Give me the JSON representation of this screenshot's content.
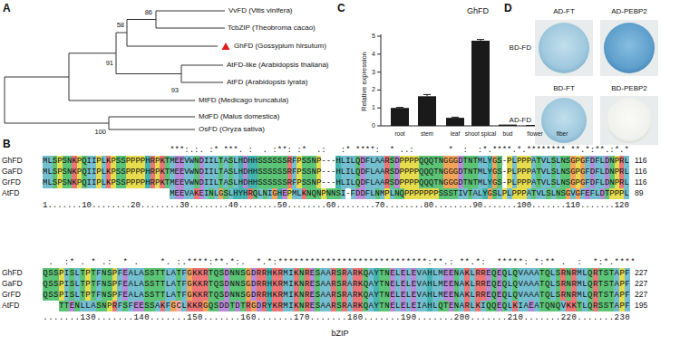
{
  "diagram": {
    "labels": [
      "A",
      "B",
      "C",
      "D",
      "VvFD (Vitis vinifera)",
      "TcbZIP (Theobroma cacao)",
      "GhFD (Gossypium hirsutum)",
      "AtFD-like (Arabidopsis thaliana)",
      "AtFD (Arabidopsis lyrata)",
      "MtFD (Medicago truncatula)",
      "MdFD (Malus domestica)",
      "OsFD (Oryza sativa)",
      "86",
      "58",
      "91",
      "93",
      "100",
      "GhFD",
      "Relative expression",
      "0",
      "1",
      "2",
      "3",
      "4",
      "5",
      "root",
      "stem",
      "leaf",
      "shoot spical",
      "bud",
      "flower",
      "fiber",
      "AD-FT",
      "AD-PEBP2",
      "BD-FD",
      "BD-FT",
      "BD-PEBP2",
      "AD-FD",
      "                          ***:.:. :* ***. :  . :**: :*  .:   :* ****:  * ..:       *  :  :*.****.*.******** **.*:**.:*.*",
      "GhFD",
      "MLSPSNKPQIIPLKPSSPPPPHRPKTMEEVWNDIILTASLHDHHSSSSSSRFPSSNP---HLILQDFLAARSDPPPPQQQTNGGGDTNTMLYGS-PLPPPATVLSLNSGPGFDFLDNPRL",
      "116",
      "GaFD",
      "MLSPSNKPQIIPLKPSSPPPPHRPKTMEEVWNDIILTASLHDHHSSSSSSRFPSSNP---HLILQDFLAARSDPPPPQQQTNGGGDTNTMLYGS-PLPPPATVLSLNSGPGFDFLDNPRL",
      "116",
      "GrFD",
      "MLSPSNKPQIIPLKPSSPPPPHRPKTMEEVWNDIILTASLHDHHSSSSSSRFPSSNP---HLILQDFLAARSDPPPPQQQTNGGGDTNTMLYGS-PLPPPATVLSLNSGPGFDFLDNPRL",
      "116",
      "AtFD",
      "                          MEEVAKEINLGSLHYHRQLNIGHEPMLKNQNPNNSI-FDDFLNMPLNQPPPPPPPSSSTIVTALYGSLPLPPPATVLSLNSGVGFEFLDTPPPL",
      "89",
      "1.......10........20........30........40........50........60........70........80........90.......100.......110.......120",
      " .  :* . * .:  * .    *. :.****:**.*:.  *.*:****************************:**.: **.*:  *****: *:** .  :  *:*.****",
      "GhFD",
      "QSSPISLTPTFNSPFEALASSTTLATFGKKRTQSDNNSGDRRHKRMIKNRESAARSRARKQAYTNELELEVAHLMEENAKLRREQEQLQVAAATQLSRNRMLQRTSTAPF",
      "227",
      "GaFD",
      "QSSPISLTPTFNSPFEALASSTTLATFGKKRTQSDNNSGDRRHKRMIKNRESAARSRARKQAYTNELELEVAHLMEENAKLRREQEQLQVAAATQLSRNRMLQRTSTAPF",
      "227",
      "GrFD",
      "QSSPISLTPTFNSPFEALASSTTLATFGKKRTQSDNNSGDRRHKRMIKNRESAARSRARKQAYTNELELEVAHLMEENAKLRREQEQLQVAAATQLSRNRMLQRTSTAPF",
      "227",
      "AtFD",
      "   TTENLLASNPRFSFEESSAKFGCLKKRGQSDDTDTRGDRYKRMIKNRESAARSRARKQAYTNELELEIAHLQTENARLKIQQEQLKIAEATQNQVKKTLQRSSTAPF",
      "195",
      ".......130.......140.......150.......160.......170.......180.......190.......200.......210.......220.......230",
      "bZIP"
    ]
  }
}
